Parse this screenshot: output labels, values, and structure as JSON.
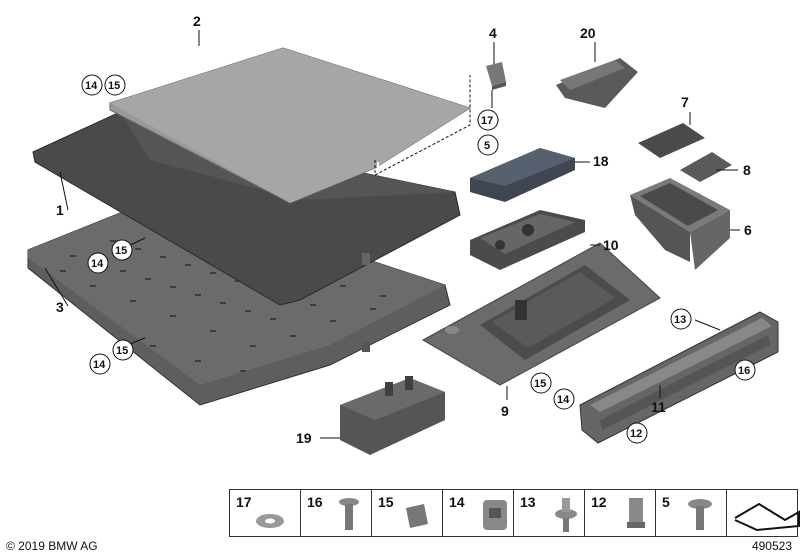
{
  "labels": {
    "l1": "1",
    "l2": "2",
    "l3": "3",
    "l4": "4",
    "l5": "5",
    "l6": "6",
    "l7": "7",
    "l8": "8",
    "l9": "9",
    "l10": "10",
    "l11": "11",
    "l18": "18",
    "l19": "19",
    "l20": "20"
  },
  "circles": {
    "c14a": "14",
    "c15a": "15",
    "c17": "17",
    "c5": "5",
    "c15b": "15",
    "c14b": "14",
    "c14c": "14",
    "c15c": "15",
    "c13": "13",
    "c16": "16",
    "c15d": "15",
    "c14d": "14",
    "c12": "12"
  },
  "legend": [
    "17",
    "16",
    "15",
    "14",
    "13",
    "12",
    "5"
  ],
  "copyright": "© 2019 BMW AG",
  "diagram_number": "490523",
  "colors": {
    "part_dark": "#4a4a4a",
    "part_mid": "#7a7a7a",
    "part_light": "#a8a8a8",
    "line": "#111111"
  }
}
